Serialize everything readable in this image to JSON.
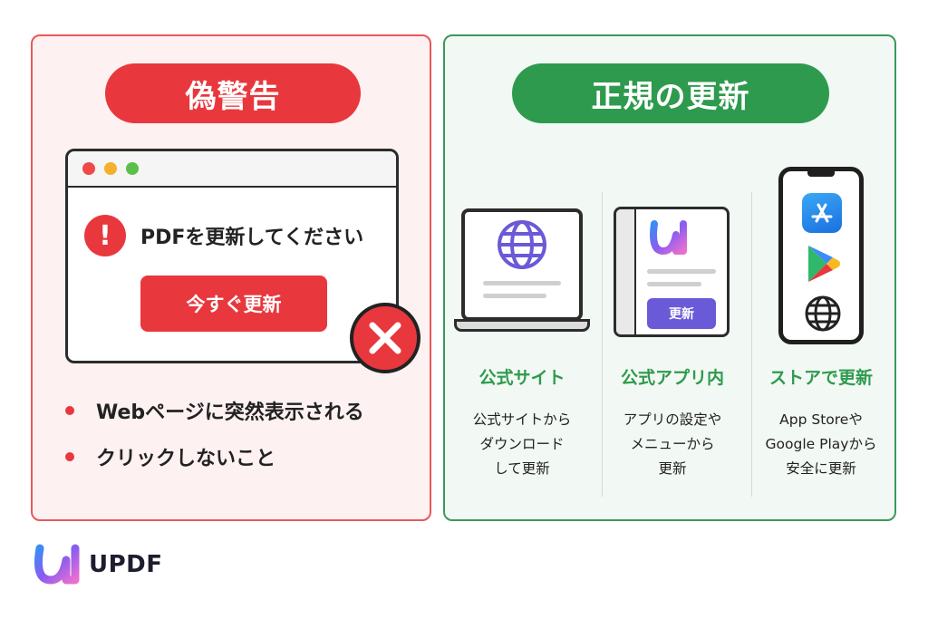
{
  "fake": {
    "title": "偽警告",
    "popup_message": "PDFを更新してください",
    "popup_button": "今すぐ更新",
    "bullets": [
      "Webページに突然表示される",
      "クリックしないこと"
    ],
    "accent_color": "#e8383d"
  },
  "real": {
    "title": "正規の更新",
    "accent_color": "#2e9a4e",
    "columns": [
      {
        "title": "公式サイト",
        "desc": [
          "公式サイトから",
          "ダウンロード",
          "して更新"
        ]
      },
      {
        "title": "公式アプリ内",
        "desc": [
          "アプリの設定や",
          "メニューから",
          "更新"
        ],
        "button": "更新"
      },
      {
        "title": "ストアで更新",
        "desc": [
          "App Storeや",
          "Google Playから",
          "安全に更新"
        ]
      }
    ]
  },
  "icons": [
    "warning-icon",
    "close-icon",
    "globe-icon",
    "updf-logo-icon",
    "app-store-icon",
    "google-play-icon"
  ],
  "brand": {
    "name": "UPDF"
  }
}
